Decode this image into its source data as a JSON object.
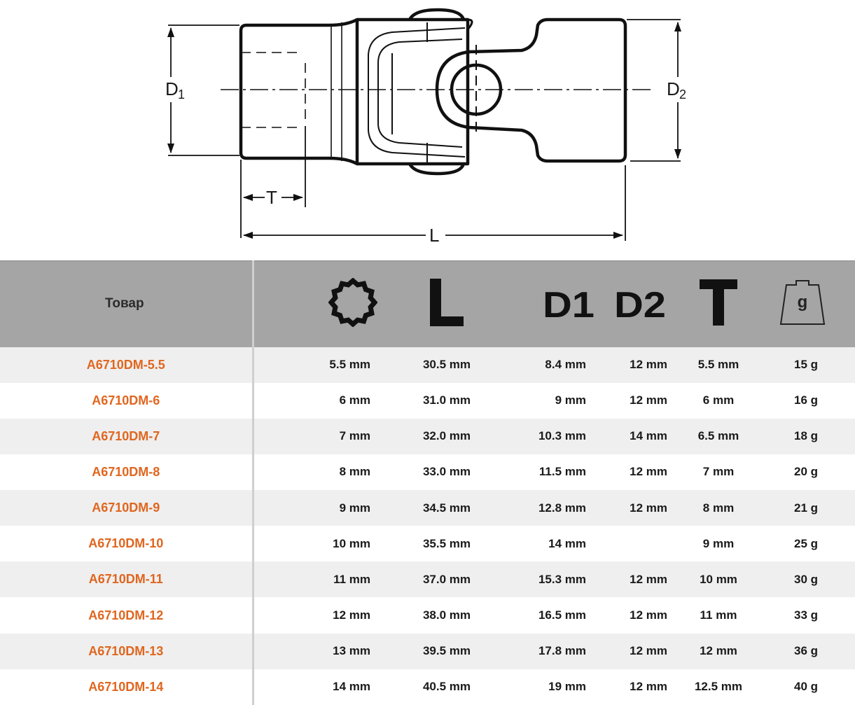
{
  "diagram": {
    "labels": {
      "d1_main": "D",
      "d1_sub": "1",
      "d2_main": "D",
      "d2_sub": "2",
      "t": "T",
      "l": "L"
    }
  },
  "table": {
    "header": {
      "product": "Товар",
      "columns": [
        {
          "icon": "twelve-point-socket-icon"
        },
        {
          "icon": "length-L-icon",
          "glyph": "L"
        },
        {
          "icon": "d1-icon",
          "glyph": "D1"
        },
        {
          "icon": "d2-icon",
          "glyph": "D2"
        },
        {
          "icon": "t-icon",
          "glyph": "T"
        },
        {
          "icon": "weight-icon",
          "glyph": "g"
        }
      ]
    },
    "rows": [
      {
        "product": "A6710DM-5.5",
        "size": "5.5 mm",
        "l": "30.5 mm",
        "d1": "8.4 mm",
        "d2": "12 mm",
        "t": "5.5 mm",
        "weight": "15 g"
      },
      {
        "product": "A6710DM-6",
        "size": "6 mm",
        "l": "31.0 mm",
        "d1": "9 mm",
        "d2": "12 mm",
        "t": "6 mm",
        "weight": "16 g"
      },
      {
        "product": "A6710DM-7",
        "size": "7 mm",
        "l": "32.0 mm",
        "d1": "10.3 mm",
        "d2": "14 mm",
        "t": "6.5 mm",
        "weight": "18 g"
      },
      {
        "product": "A6710DM-8",
        "size": "8 mm",
        "l": "33.0 mm",
        "d1": "11.5 mm",
        "d2": "12 mm",
        "t": "7 mm",
        "weight": "20 g"
      },
      {
        "product": "A6710DM-9",
        "size": "9 mm",
        "l": "34.5 mm",
        "d1": "12.8 mm",
        "d2": "12 mm",
        "t": "8 mm",
        "weight": "21 g"
      },
      {
        "product": "A6710DM-10",
        "size": "10 mm",
        "l": "35.5 mm",
        "d1": "14 mm",
        "d2": "",
        "t": "9 mm",
        "weight": "25 g"
      },
      {
        "product": "A6710DM-11",
        "size": "11 mm",
        "l": "37.0 mm",
        "d1": "15.3 mm",
        "d2": "12 mm",
        "t": "10 mm",
        "weight": "30 g"
      },
      {
        "product": "A6710DM-12",
        "size": "12 mm",
        "l": "38.0 mm",
        "d1": "16.5 mm",
        "d2": "12 mm",
        "t": "11 mm",
        "weight": "33 g"
      },
      {
        "product": "A6710DM-13",
        "size": "13 mm",
        "l": "39.5 mm",
        "d1": "17.8 mm",
        "d2": "12 mm",
        "t": "12 mm",
        "weight": "36 g"
      },
      {
        "product": "A6710DM-14",
        "size": "14 mm",
        "l": "40.5 mm",
        "d1": "19 mm",
        "d2": "12 mm",
        "t": "12.5 mm",
        "weight": "40 g"
      }
    ]
  },
  "colors": {
    "product_text": "#e0661f",
    "header_bg": "#a5a5a5",
    "row_shade": "#efefef"
  }
}
